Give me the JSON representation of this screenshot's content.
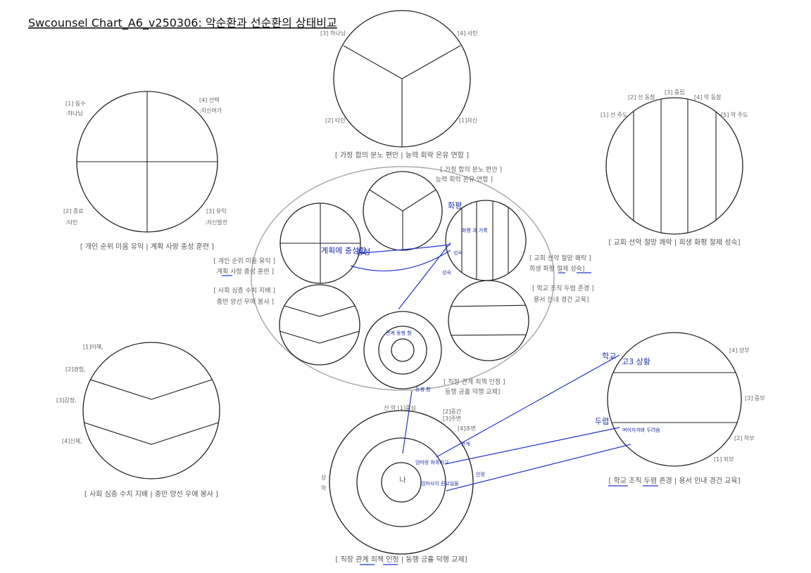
{
  "title": "Swcounsel Chart_A6_v250306: 악순환과 선순환의 상태비교",
  "top_circle": {
    "labels": [
      "[3] 하나님",
      "[4] 사탄",
      "[2] 타인",
      "[1]자신"
    ],
    "caption": "[ 가정 합의 분노 편안 | 능력 회락 온유 연합 ]"
  },
  "left_top_circle": {
    "labels": [
      "[1] 동수",
      ":하나님",
      "[4] 선택",
      ":자신여가",
      "[2] 종료",
      ":타인",
      "[3] 유익",
      ":자신발전"
    ],
    "caption": "[ 개인 순위 미움 유익 | 계획 사랑 충성 훈련 ]"
  },
  "right_top_circle": {
    "labels": [
      "[2] 선 동참",
      "[3] 중립",
      "[4] 악 동참",
      "[1] 선 주도",
      "[5] 악 주도"
    ],
    "caption": "[ 교회 선악 절망 쾌락 | 희생 화평 절제 성숙]"
  },
  "left_bottom_circle": {
    "labels": [
      "[1]이해,",
      "[2]경험,",
      "[3]감정,",
      "[4]신체,"
    ],
    "caption": "[ 사회 심층 수치 지배 | 충만 양선 우애 봉사 ]"
  },
  "right_bottom_circle": {
    "labels": [
      "[4] 상부",
      "[3] 중부",
      "[2] 하부",
      "[1] 외부"
    ],
    "caption": "[ 학교 조직 두렴 존경 | 용서 인내 경건 교육]"
  },
  "bottom_circle": {
    "labels": [
      "선  악 [1]중심",
      "[2]중간",
      "[3]주변",
      "[4]초변"
    ],
    "side_labels": [
      "상",
      "하"
    ],
    "center": "나",
    "caption": "[ 직장 관계 죄책 인정 | 동행 긍휼 덕행 교제]"
  },
  "center_cluster": {
    "side_captions": [
      "[ 가정 합의 분노 편안 ]",
      "능력 회락 온유 연합 ]",
      "[ 개인 순위 미움 유익 ]",
      "계획 사랑 충성 훈련 ]",
      "[ 사회 심층 수치 지배 ]",
      "충만 양선 우애 봉사 ]",
      "[ 교회 선악 절망 쾌락 ]",
      "희생 화평 절제 성숙]",
      "[ 학교 조직 두렴 존경 ]",
      "용서 인내 경건 교육]",
      "[ 직장 관계 죄책 인정 ]",
      "동행 긍휼 덕행 교제]"
    ]
  },
  "handwriting": {
    "left_circle_note": "계획에 충성함",
    "arrow_note_1": "충성",
    "church_notes": [
      "화평",
      "화평 과 거룩",
      "성숙",
      "성숙"
    ],
    "social_note": "관계 동행 함",
    "bottom_note": "동행 함",
    "school_top": "학교",
    "school_upper": "고3 상황",
    "dread": "두렵",
    "dread_detail": "며어자까봐 두려움",
    "relation": "관계",
    "acknowledge": "인정",
    "inner_note_1": "엄마랑 화목하고",
    "inner_note_2": "엄마사이 원교일들"
  },
  "colors": {
    "ink": "#2233cc",
    "line": "#222222",
    "outline": "#aaaaaa"
  }
}
